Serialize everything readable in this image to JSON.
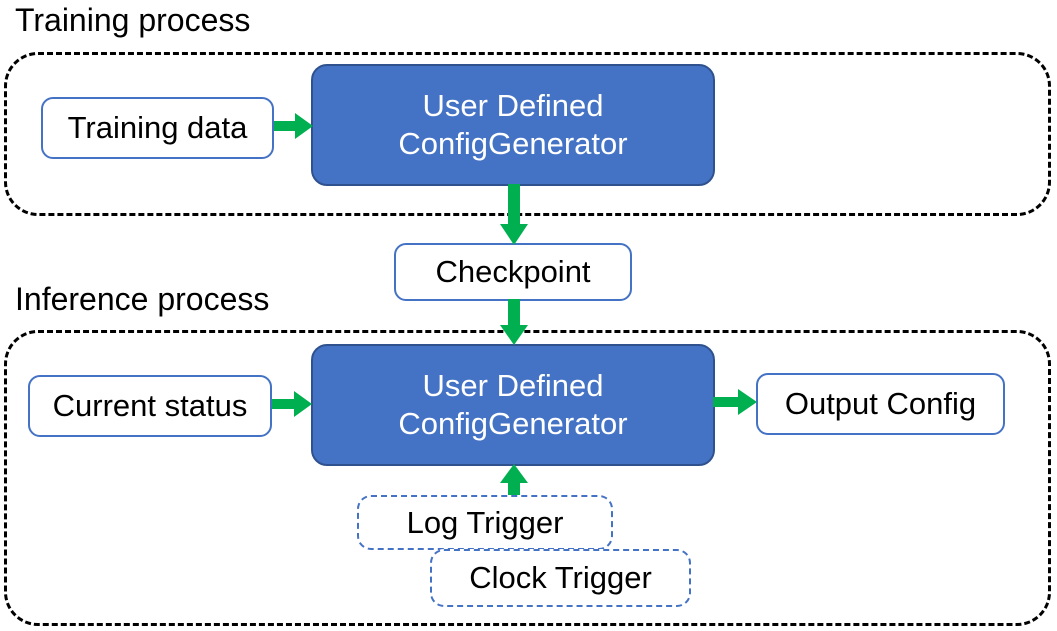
{
  "diagram": {
    "title_training": "Training process",
    "title_inference": "Inference process",
    "colors": {
      "node_fill_blue": "#4472C4",
      "node_border_blue": "#4472C4",
      "node_filled_border": "#2F528F",
      "arrow_green": "#00B050",
      "container_dash": "#000000",
      "text_dark": "#000000",
      "text_light": "#FFFFFF"
    }
  },
  "training": {
    "caption": "Training process",
    "nodes": {
      "training_data": {
        "label": "Training data"
      },
      "generator": {
        "line1": "User Defined",
        "line2": "ConfigGenerator"
      }
    }
  },
  "bridge": {
    "checkpoint": {
      "label": "Checkpoint"
    }
  },
  "inference": {
    "caption": "Inference process",
    "nodes": {
      "current_status": {
        "label": "Current status"
      },
      "generator": {
        "line1": "User Defined",
        "line2": "ConfigGenerator"
      },
      "output_config": {
        "label": "Output Config"
      },
      "log_trigger": {
        "label": "Log Trigger"
      },
      "clock_trigger": {
        "label": "Clock Trigger"
      }
    }
  },
  "edges": [
    {
      "name": "training-data-to-generator",
      "from": "Training data",
      "to": "User Defined ConfigGenerator",
      "direction": "right"
    },
    {
      "name": "generator-to-checkpoint",
      "from": "User Defined ConfigGenerator",
      "to": "Checkpoint",
      "direction": "down"
    },
    {
      "name": "checkpoint-to-generator",
      "from": "Checkpoint",
      "to": "User Defined ConfigGenerator",
      "direction": "down"
    },
    {
      "name": "status-to-generator",
      "from": "Current status",
      "to": "User Defined ConfigGenerator",
      "direction": "right"
    },
    {
      "name": "generator-to-output",
      "from": "User Defined ConfigGenerator",
      "to": "Output Config",
      "direction": "right"
    },
    {
      "name": "trigger-to-generator",
      "from": "Log Trigger",
      "to": "User Defined ConfigGenerator",
      "direction": "up"
    }
  ]
}
